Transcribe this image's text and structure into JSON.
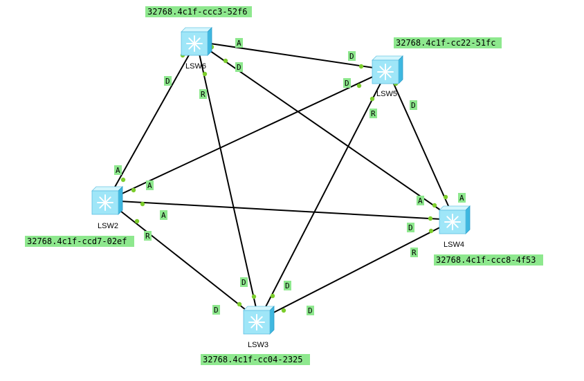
{
  "colors": {
    "link": "#000000",
    "port_dot": "#7ccd2c",
    "label_bg": "#8ee88e",
    "switch_front": "#9fe6f8",
    "switch_side": "#3fb8e0",
    "switch_top": "#d4f6fd"
  },
  "switches": [
    {
      "key": "LSW6",
      "label": "LSW6",
      "bridge_id": "32768.4c1f-ccc3-52f6",
      "icon": "switch-icon"
    },
    {
      "key": "LSW5",
      "label": "LSW5",
      "bridge_id": "32768.4c1f-cc22-51fc",
      "icon": "switch-icon"
    },
    {
      "key": "LSW2",
      "label": "LSW2",
      "bridge_id": "32768.4c1f-ccd7-02ef",
      "icon": "switch-icon"
    },
    {
      "key": "LSW4",
      "label": "LSW4",
      "bridge_id": "32768.4c1f-ccc8-4f53",
      "icon": "switch-icon"
    },
    {
      "key": "LSW3",
      "label": "LSW3",
      "bridge_id": "32768.4c1f-cc04-2325",
      "icon": "switch-icon"
    }
  ],
  "links": [
    {
      "a": "LSW6",
      "a_role": "A",
      "b": "LSW5",
      "b_role": "D"
    },
    {
      "a": "LSW6",
      "a_role": "D",
      "b": "LSW2",
      "b_role": "A"
    },
    {
      "a": "LSW6",
      "a_role": "R",
      "b": "LSW3",
      "b_role": "D"
    },
    {
      "a": "LSW6",
      "a_role": "D",
      "b": "LSW4",
      "b_role": "A"
    },
    {
      "a": "LSW5",
      "a_role": "D",
      "b": "LSW2",
      "b_role": "A"
    },
    {
      "a": "LSW5",
      "a_role": "R",
      "b": "LSW3",
      "b_role": "D"
    },
    {
      "a": "LSW5",
      "a_role": "D",
      "b": "LSW4",
      "b_role": "A"
    },
    {
      "a": "LSW2",
      "a_role": "A",
      "b": "LSW4",
      "b_role": "D"
    },
    {
      "a": "LSW2",
      "a_role": "R",
      "b": "LSW3",
      "b_role": "D"
    },
    {
      "a": "LSW4",
      "a_role": "R",
      "b": "LSW3",
      "b_role": "D"
    }
  ]
}
